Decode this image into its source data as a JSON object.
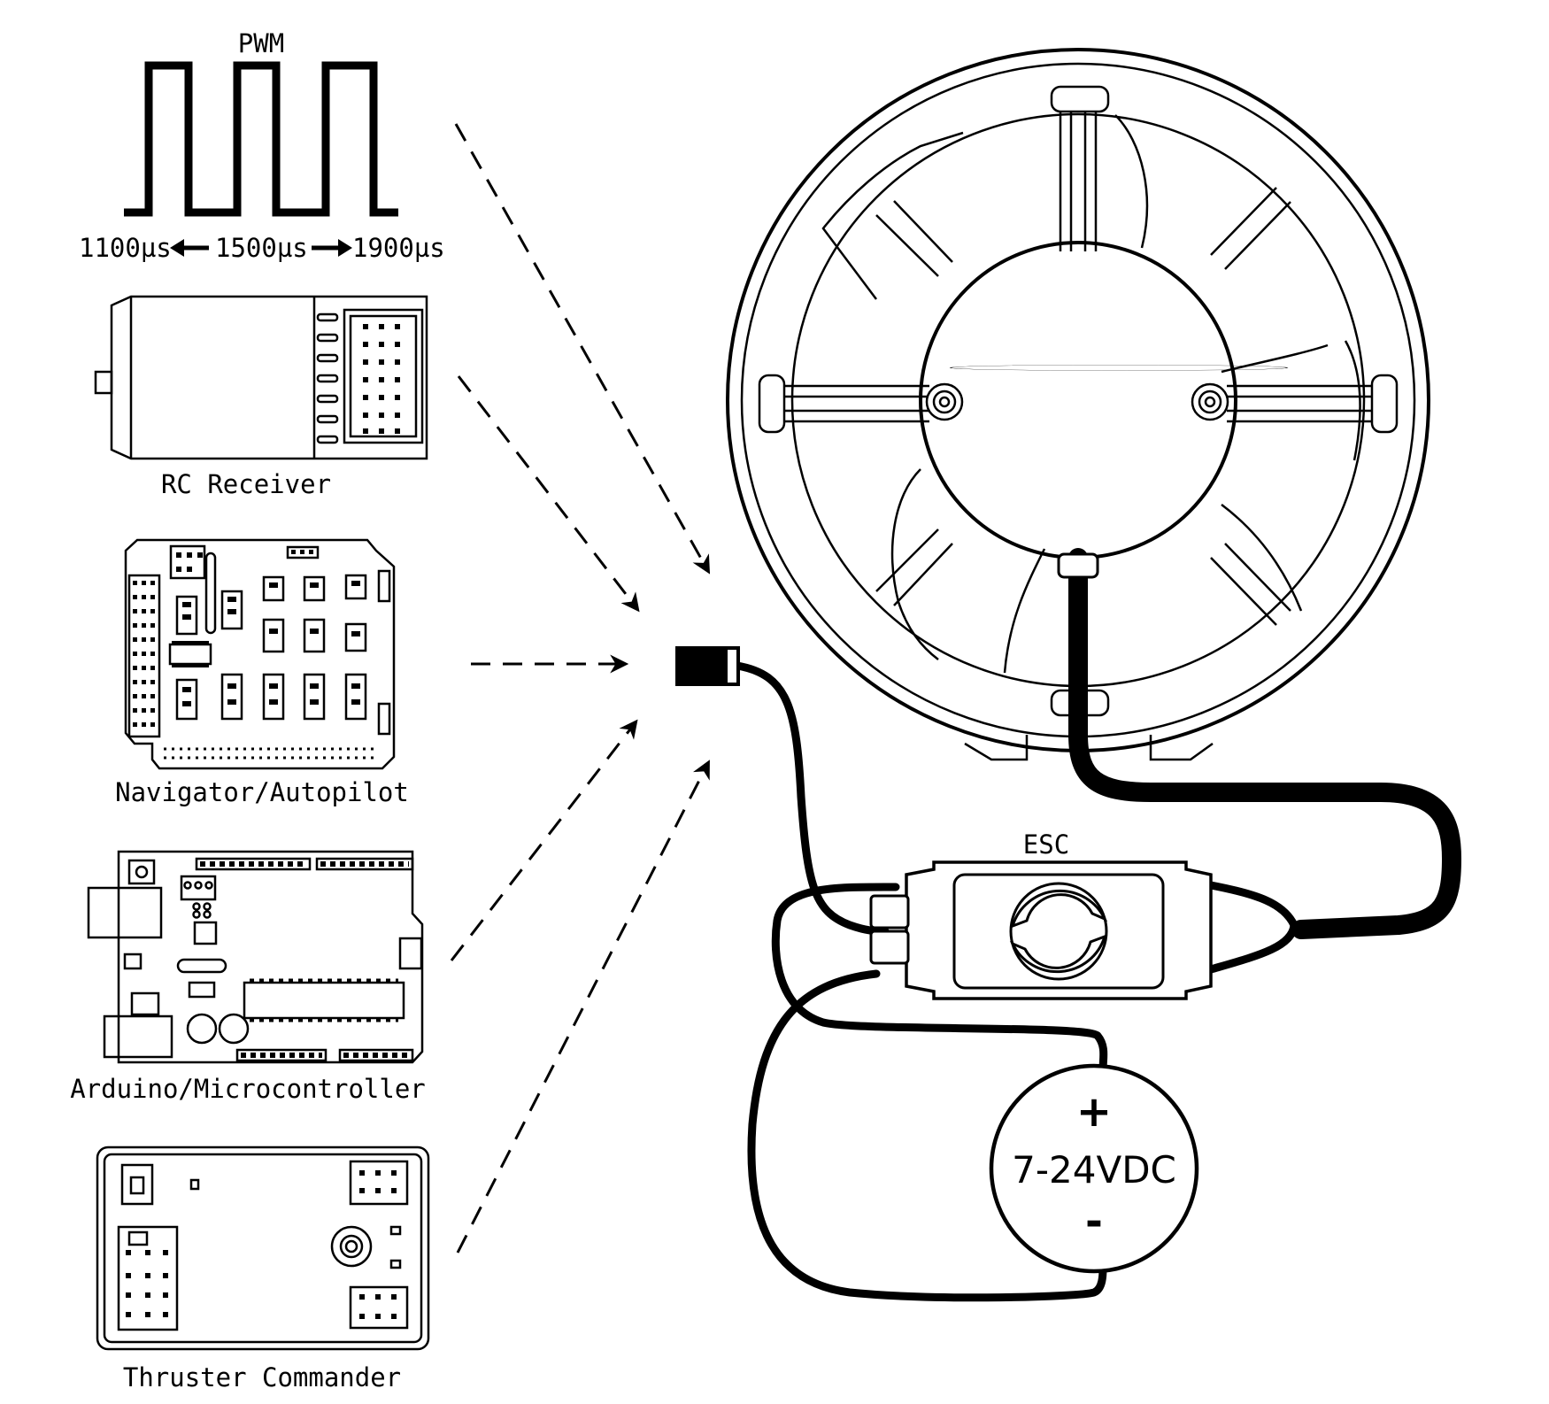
{
  "pwm": {
    "title": "PWM",
    "min_label": "1100µs",
    "mid_label": "1500µs",
    "max_label": "1900µs"
  },
  "sources": [
    {
      "label": "RC Receiver"
    },
    {
      "label": "Navigator/Autopilot"
    },
    {
      "label": "Arduino/Microcontroller"
    },
    {
      "label": "Thruster Commander"
    }
  ],
  "esc": {
    "label": "ESC"
  },
  "power": {
    "positive": "+",
    "voltage": "7-24VDC",
    "negative": "-"
  }
}
